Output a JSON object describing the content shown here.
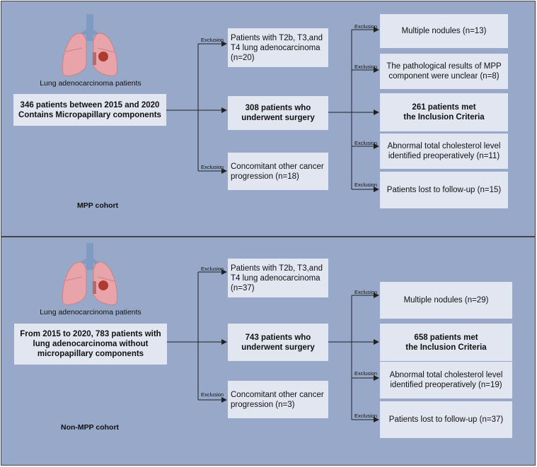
{
  "labels": {
    "exclusion": "Exclusion"
  },
  "colors": {
    "panel_bg": "#97a8c8",
    "box_bg": "#e1e6f0",
    "line": "#222222",
    "lung_pink": "#e8a4a8",
    "trachea_blue": "#7f9bc4",
    "tumor_red": "#b03a30"
  },
  "mpp": {
    "cohort_label": "MPP cohort",
    "lung_caption": "Lung adenocarcinoma patients",
    "source": "346 patients between 2015 and 2020\nContains Micropapillary components",
    "surgery": "308 patients who\nunderwent surgery",
    "exclusion_top": "Patients with T2b, T3,and\nT4 lung adenocarcinoma\n(n=20)",
    "exclusion_bottom": "Concomitant other cancer\nprogression (n=18)",
    "right_items": [
      "Multiple nodules (n=13)",
      "The pathological results of MPP\ncomponent were unclear (n=8)",
      "261 patients met\nthe Inclusion Criteria",
      "Abnormal total cholesterol level\nidentified preoperatively (n=11)",
      "Patients lost to follow-up (n=15)"
    ]
  },
  "nonmpp": {
    "cohort_label": "Non-MPP cohort",
    "lung_caption": "Lung adenocarcinoma patients",
    "source": "From 2015 to 2020,  783 patients with\nlung adenocarcinoma without\nmicropapillary components",
    "surgery": "743 patients who\nunderwent surgery",
    "exclusion_top": "Patients with T2b, T3,and\nT4 lung adenocarcinoma\n(n=37)",
    "exclusion_bottom": "Concomitant other cancer\nprogression (n=3)",
    "right_items": [
      "Multiple nodules (n=29)",
      "658 patients met\nthe Inclusion Criteria",
      "Abnormal total cholesterol level\nidentified preoperatively (n=19)",
      "Patients lost to follow-up (n=37)"
    ]
  }
}
